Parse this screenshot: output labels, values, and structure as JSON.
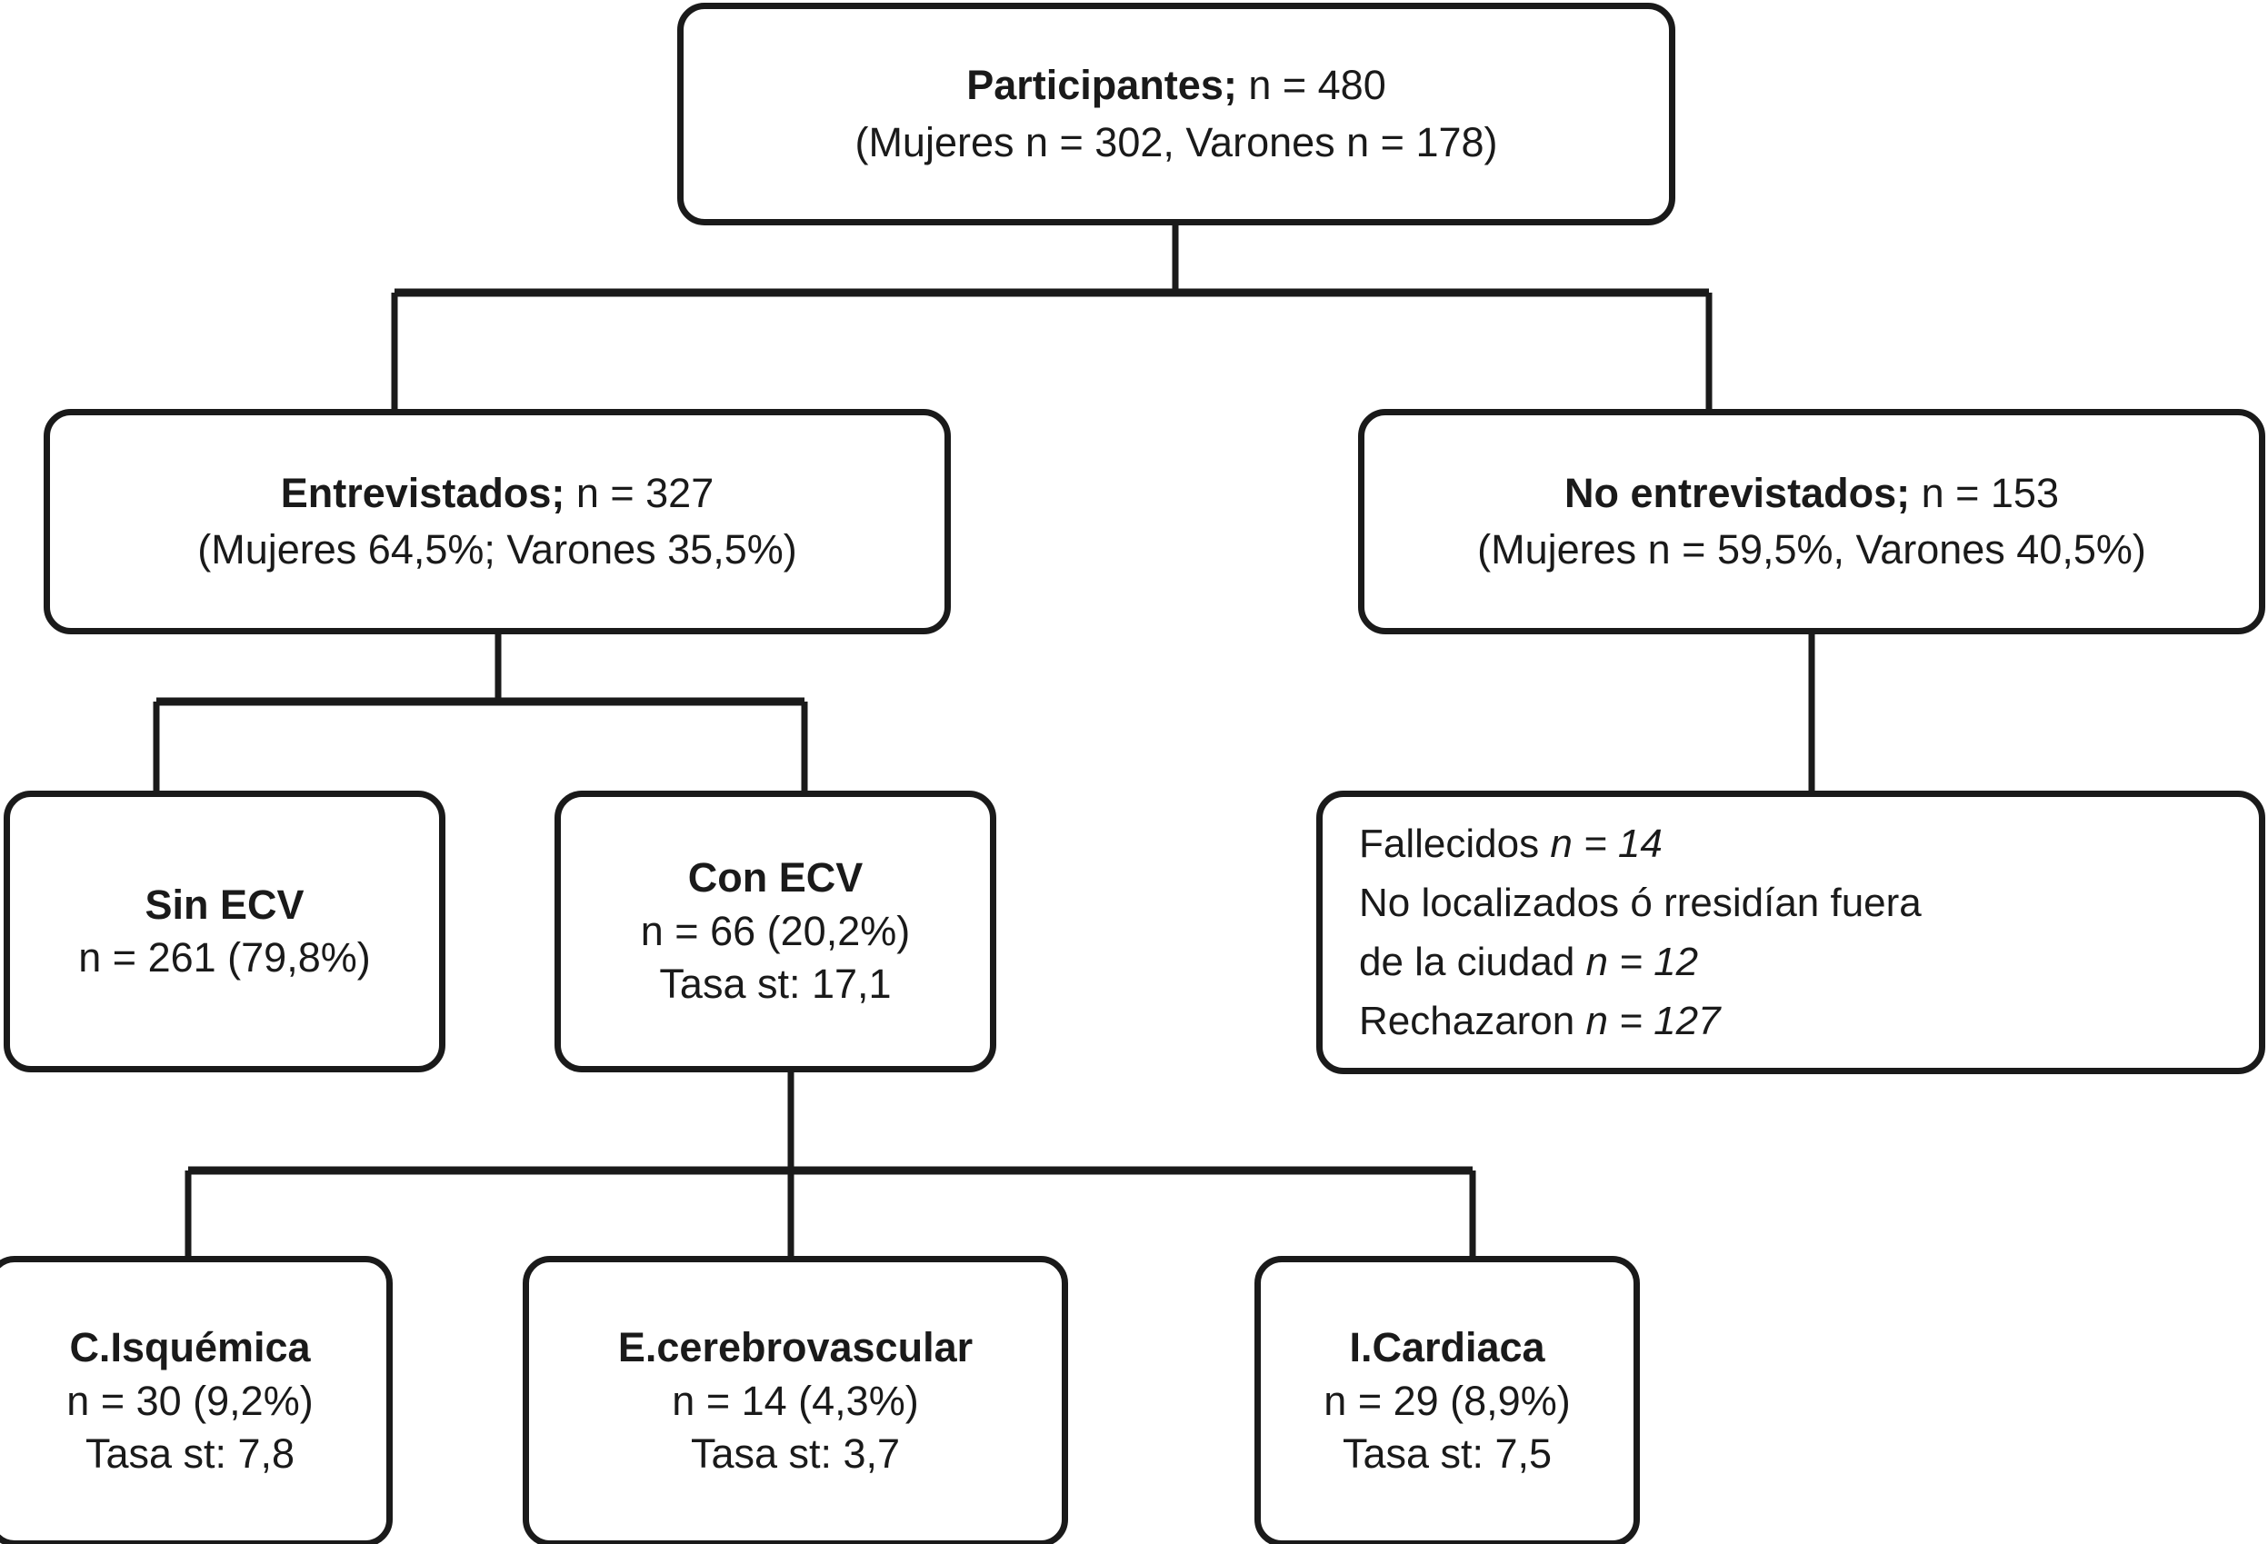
{
  "diagram": {
    "type": "flowchart",
    "title": "Diagrama de flujo de participantes del estudio",
    "stroke_color": "#1a1a1a",
    "background_color": "#ffffff",
    "nodes": {
      "participantes": {
        "label_bold": "Participantes;",
        "label_rest": " n = 480",
        "line2": "(Mujeres n = 302, Varones n = 178)"
      },
      "entrevistados": {
        "label_bold": "Entrevistados;",
        "label_rest": " n = 327",
        "line2": "(Mujeres 64,5%; Varones 35,5%)"
      },
      "no_entrevistados": {
        "label_bold": "No entrevistados;",
        "label_rest": " n = 153",
        "line2": "(Mujeres n = 59,5%, Varones 40,5%)"
      },
      "sin_ecv": {
        "title": "Sin ECV",
        "line2": "n = 261 (79,8%)"
      },
      "con_ecv": {
        "title": "Con ECV",
        "line2": "n = 66 (20,2%)",
        "line3": "Tasa st: 17,1"
      },
      "fallecidos": {
        "line1_text": "Fallecidos ",
        "line1_value": "n = 14",
        "line2_text": "No localizados ó rresidían fuera",
        "line3_text": "de la ciudad ",
        "line3_value": "n = 12",
        "line4_text": "Rechazaron ",
        "line4_value": "n = 127"
      },
      "isquemica": {
        "title": "C.Isquémica",
        "line2": "n = 30 (9,2%)",
        "line3": "Tasa st: 7,8"
      },
      "cerebrovascular": {
        "title": "E.cerebrovascular",
        "line2": "n = 14 (4,3%)",
        "line3": "Tasa st: 3,7"
      },
      "cardiaca": {
        "title": "I.Cardiaca",
        "line2": "n = 29 (8,9%)",
        "line3": "Tasa st: 7,5"
      }
    }
  },
  "chart_data": {
    "type": "table",
    "title": "Flujo de participantes",
    "rows": [
      {
        "nivel": "Total",
        "grupo": "Participantes",
        "n": 480,
        "mujeres": 302,
        "varones": 178
      },
      {
        "nivel": "1",
        "grupo": "Entrevistados",
        "n": 327,
        "mujeres_pct": 64.5,
        "varones_pct": 35.5
      },
      {
        "nivel": "1",
        "grupo": "No entrevistados",
        "n": 153,
        "mujeres_pct": 59.5,
        "varones_pct": 40.5
      },
      {
        "nivel": "2",
        "grupo": "Sin ECV",
        "n": 261,
        "pct": 79.8
      },
      {
        "nivel": "2",
        "grupo": "Con ECV",
        "n": 66,
        "pct": 20.2,
        "tasa_st": 17.1
      },
      {
        "nivel": "2",
        "grupo": "Fallecidos",
        "n": 14
      },
      {
        "nivel": "2",
        "grupo": "No localizados ó rresidían fuera de la ciudad",
        "n": 12
      },
      {
        "nivel": "2",
        "grupo": "Rechazaron",
        "n": 127
      },
      {
        "nivel": "3",
        "grupo": "C.Isquémica",
        "n": 30,
        "pct": 9.2,
        "tasa_st": 7.8
      },
      {
        "nivel": "3",
        "grupo": "E.cerebrovascular",
        "n": 14,
        "pct": 4.3,
        "tasa_st": 3.7
      },
      {
        "nivel": "3",
        "grupo": "I.Cardiaca",
        "n": 29,
        "pct": 8.9,
        "tasa_st": 7.5
      }
    ]
  }
}
